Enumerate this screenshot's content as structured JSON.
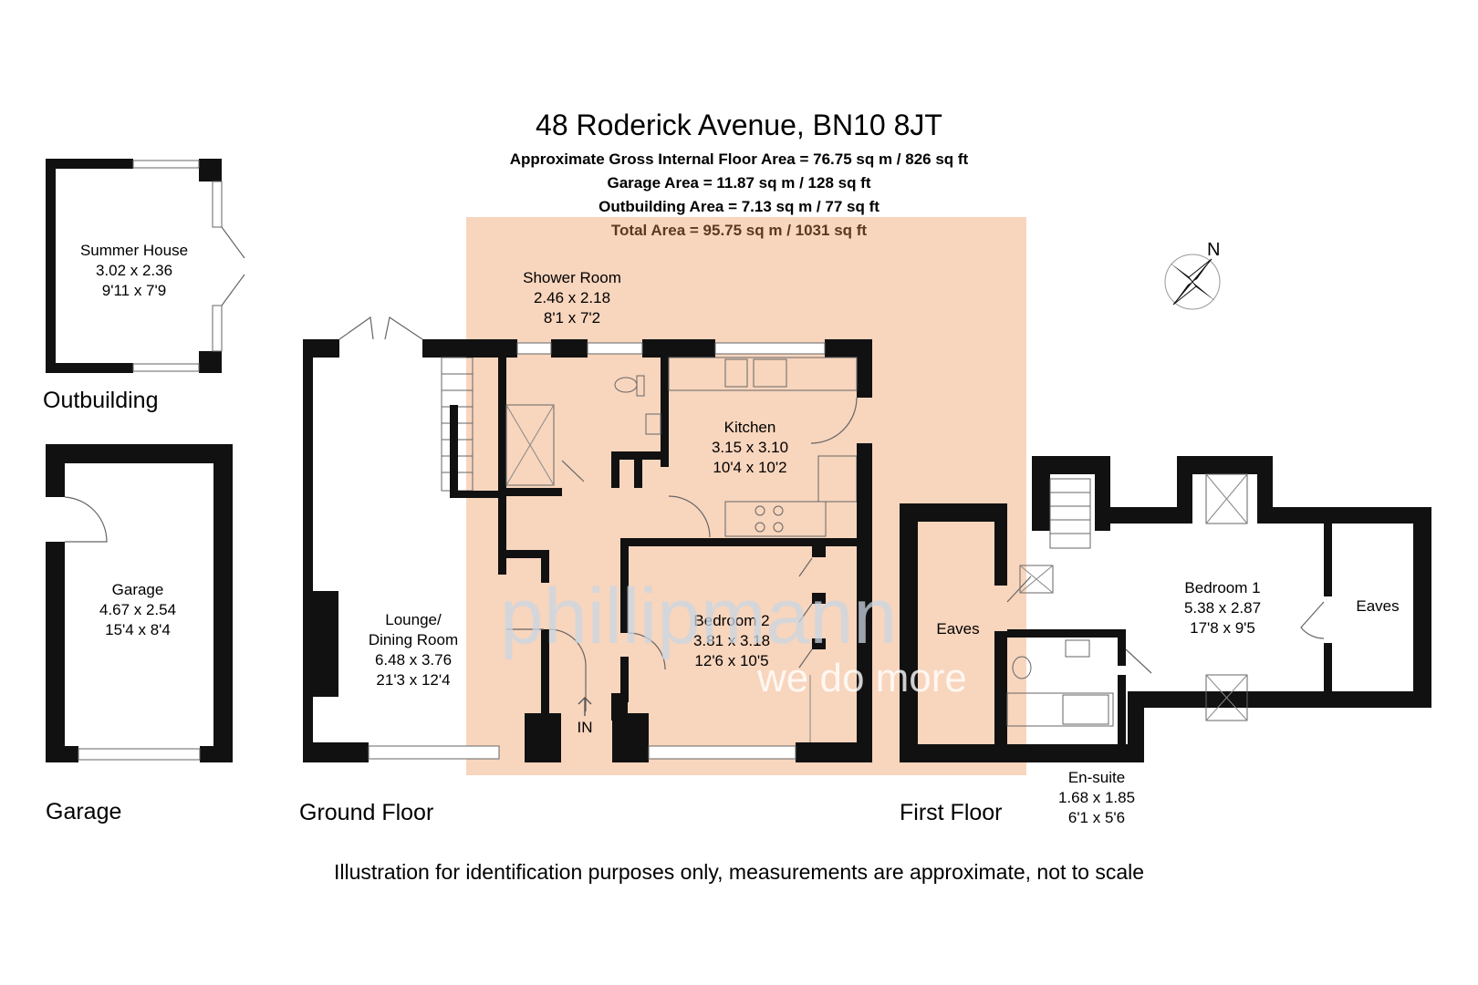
{
  "header": {
    "address": "48 Roderick Avenue, BN10 8JT",
    "gross_area": "Approximate Gross Internal Floor Area = 76.75 sq m / 826 sq ft",
    "garage_area": "Garage Area = 11.87 sq m / 128 sq ft",
    "outbuilding_area": "Outbuilding Area = 7.13 sq m / 77 sq ft",
    "total_area": "Total Area = 95.75 sq m / 1031 sq ft"
  },
  "compass": {
    "label": "N"
  },
  "sections": {
    "outbuilding": "Outbuilding",
    "garage": "Garage",
    "ground_floor": "Ground Floor",
    "first_floor": "First Floor"
  },
  "rooms": {
    "summer_house": {
      "name": "Summer House",
      "metric": "3.02 x 2.36",
      "imperial": "9'11 x 7'9"
    },
    "garage": {
      "name": "Garage",
      "metric": "4.67 x 2.54",
      "imperial": "15'4 x 8'4"
    },
    "shower_room": {
      "name": "Shower Room",
      "metric": "2.46 x 2.18",
      "imperial": "8'1 x 7'2"
    },
    "kitchen": {
      "name": "Kitchen",
      "metric": "3.15 x 3.10",
      "imperial": "10'4 x 10'2"
    },
    "lounge": {
      "name_line1": "Lounge/",
      "name_line2": "Dining Room",
      "metric": "6.48 x 3.76",
      "imperial": "21'3 x 12'4"
    },
    "bedroom_2": {
      "name": "Bedroom 2",
      "metric": "3.81 x 3.18",
      "imperial": "12'6 x 10'5"
    },
    "bedroom_1": {
      "name": "Bedroom 1",
      "metric": "5.38 x 2.87",
      "imperial": "17'8 x 9'5"
    },
    "en_suite": {
      "name": "En-suite",
      "metric": "1.68 x 1.85",
      "imperial": "6'1 x 5'6"
    },
    "eaves_left": {
      "name": "Eaves"
    },
    "eaves_right": {
      "name": "Eaves"
    }
  },
  "entrance": {
    "label": "IN"
  },
  "watermark": {
    "brand": "phillipmann",
    "tagline": "we do more"
  },
  "colors": {
    "highlight": "#f8d5bd",
    "wall": "#111111",
    "watermark": "#c9d6e3"
  },
  "footer": {
    "disclaimer": "Illustration for identification purposes only, measurements are approximate, not to scale"
  }
}
